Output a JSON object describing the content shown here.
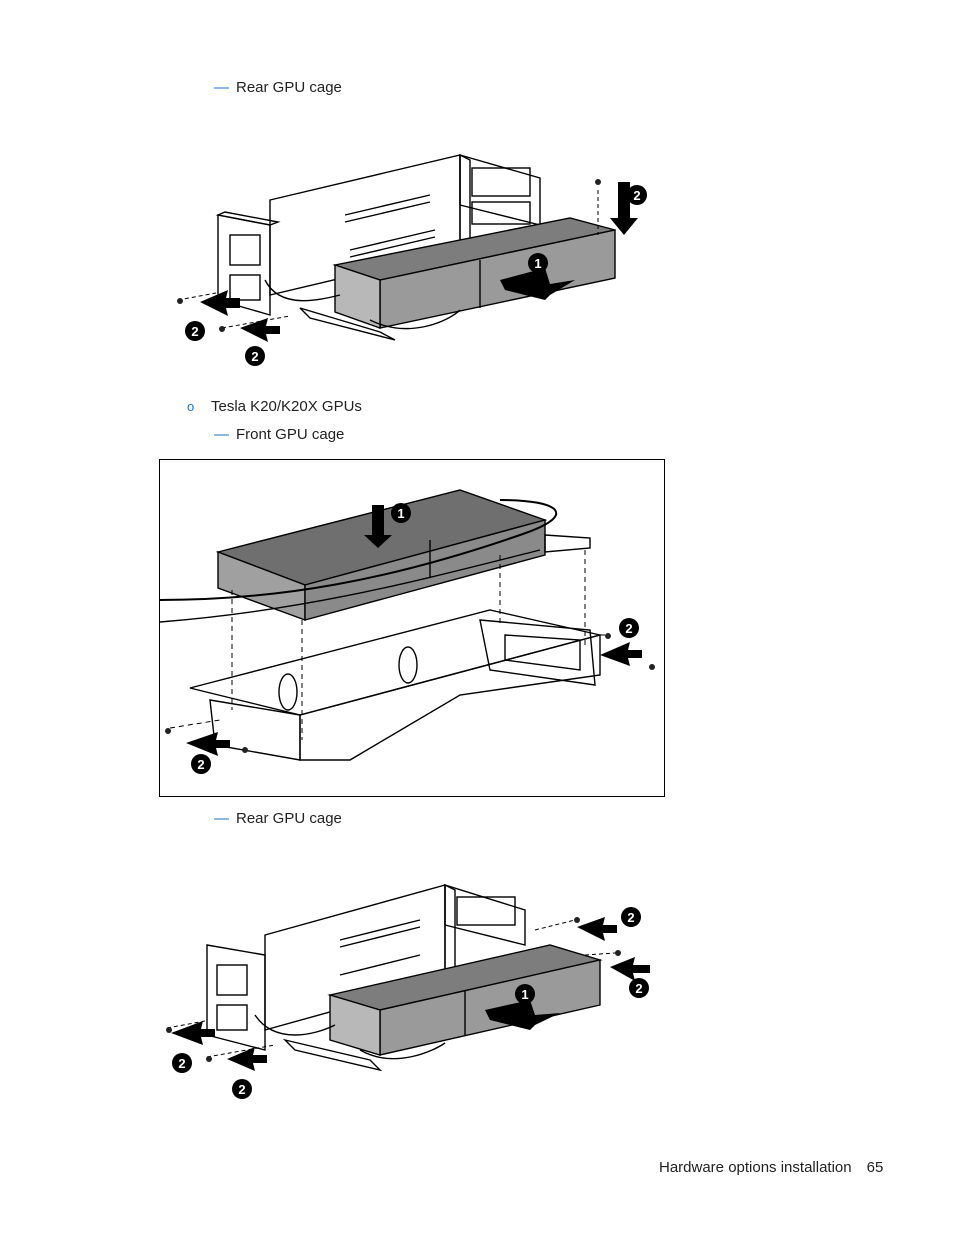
{
  "items": {
    "rear_gpu_cage_1": "Rear GPU cage",
    "tesla_gpus": "Tesla K20/K20X GPUs",
    "front_gpu_cage": "Front GPU cage",
    "rear_gpu_cage_2": "Rear GPU cage"
  },
  "markers": {
    "dash": "—",
    "bullet": "o"
  },
  "callouts": {
    "one": "1",
    "two": "2"
  },
  "footer": {
    "section": "Hardware options installation",
    "page": "65"
  }
}
